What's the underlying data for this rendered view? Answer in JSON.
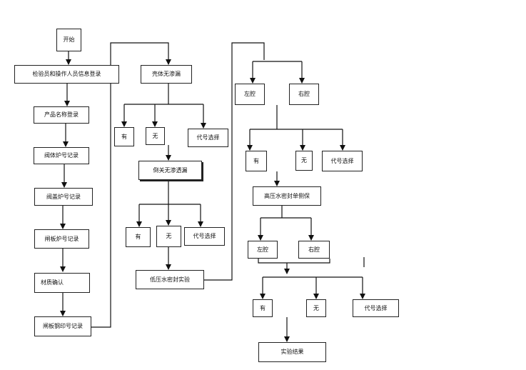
{
  "diagram": {
    "title": "",
    "nodes": {
      "start": "开始",
      "login": "检验员和操作人员信息登录",
      "product_name": "产品名称登录",
      "body_furnace": "阀体炉号记录",
      "bonnet_furnace": "阀盖炉号记录",
      "disc_furnace": "闸板炉号记录",
      "material_confirm": "材质确认",
      "disc_stamp": "闸板钢印号记录",
      "shell_leak": "壳体无渗漏",
      "shell_yes": "有",
      "shell_no": "无",
      "shell_code": "代号选择",
      "closure_leak": "倒关无渗透漏",
      "closure_yes": "有",
      "closure_no": "无",
      "closure_code": "代号选择",
      "low_pressure_seal": "低压水密封实验",
      "lp_left_cavity": "左腔",
      "lp_right_cavity": "右腔",
      "lp_yes": "有",
      "lp_no": "无",
      "lp_code": "代号选择",
      "high_pressure_seal": "高压水密封单侧保",
      "hp_left_cavity": "左腔",
      "hp_right_cavity": "右腔",
      "hp_yes": "有",
      "hp_no": "无",
      "hp_code": "代号选择",
      "result": "实验结果"
    }
  }
}
